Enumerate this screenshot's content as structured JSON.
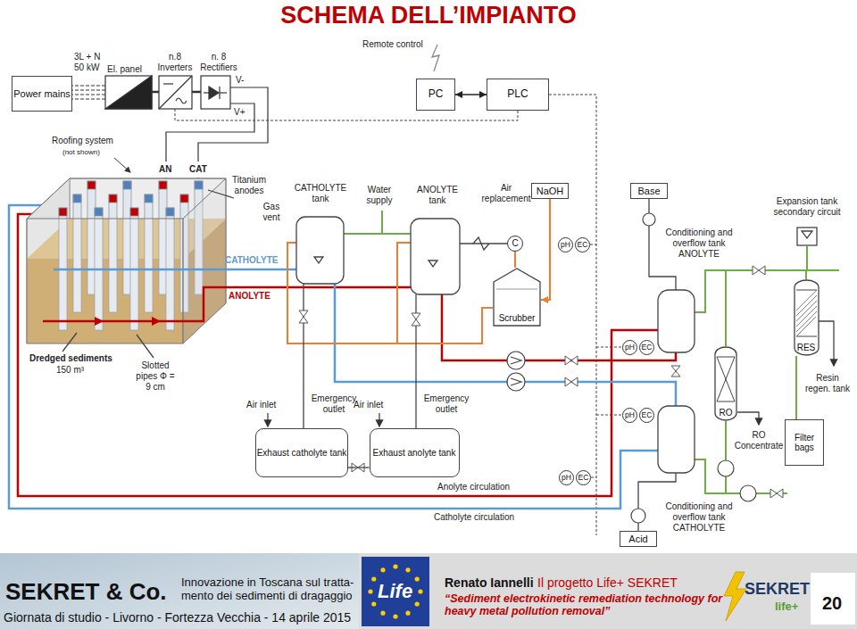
{
  "diagram": {
    "title": "SCHEMA DELL’IMPIANTO",
    "nodes": [
      {
        "text": [
          "Power mains"
        ]
      },
      {
        "text": [
          "PC"
        ]
      },
      {
        "text": [
          "PLC"
        ]
      },
      {
        "text": [
          "NaOH"
        ]
      },
      {
        "text": [
          "Base"
        ]
      },
      {
        "text": [
          "Scrubber"
        ]
      },
      {
        "text": [
          "C"
        ]
      },
      {
        "text": [
          "pH"
        ]
      },
      {
        "text": [
          "EC"
        ]
      },
      {
        "text": [
          "pH"
        ]
      },
      {
        "text": [
          "EC"
        ]
      },
      {
        "text": [
          "pH"
        ]
      },
      {
        "text": [
          "EC"
        ]
      },
      {
        "text": [
          "pH"
        ]
      },
      {
        "text": [
          "EC"
        ]
      },
      {
        "text": [
          "Exhaust catholyte tank"
        ]
      },
      {
        "text": [
          "Exhaust anolyte tank"
        ]
      },
      {
        "text": [
          "RO"
        ]
      },
      {
        "text": [
          "RES"
        ]
      },
      {
        "text": [
          "Filter bags"
        ]
      },
      {
        "text": [
          "Acid"
        ]
      }
    ],
    "edges": [
      {
        "from": 1,
        "to": 2,
        "arrow": "both"
      },
      {
        "from": 15,
        "to": 16,
        "arrow": "none"
      },
      {
        "from": 3,
        "to": 5,
        "arrow": "to"
      },
      {
        "from": 6,
        "to": 5,
        "arrow": "none"
      },
      {
        "from": 18,
        "to": 19,
        "arrow": "none"
      }
    ],
    "labels": [
      "3L + N 50 kW",
      "El. panel",
      "n.8 Inverters",
      "n. 8 Rectifiers",
      "V-",
      "V+",
      "Remote control",
      "Roofing system",
      "(not shown)",
      "AN",
      "CAT",
      "Titanium anodes",
      "Gas vent",
      "CATHOLYTE tank",
      "Water supply",
      "ANOLYTE tank",
      "Air replacement",
      "CATHOLYTE",
      "ANOLYTE",
      "Dredged sediments",
      "150 m³",
      "Slotted pipes Φ = 9 cm",
      "Air inlet",
      "Emergency outlet",
      "Air inlet",
      "Emergency outlet",
      "Anolyte circulation",
      "Catholyte circulation",
      "Conditioning and overflow tank ANOLYTE",
      "Expansion tank secondary circuit",
      "Resin regen. tank",
      "RO Concentrate",
      "Conditioning and overflow tank CATHOLYTE",
      "SEKRET & Co.",
      "Innovazione in Toscana sul tratta- mento dei sedimenti di dragaggio",
      "Giornata di studio - Livorno - Fortezza Vecchia - 14 aprile 2015",
      "Life",
      "Renato Iannelli",
      "Il progetto Life+ SEKRET",
      "“Sediment electrokinetic remediation technology for heavy metal pollution removal”",
      "SEKRET",
      "life+",
      "20"
    ]
  }
}
